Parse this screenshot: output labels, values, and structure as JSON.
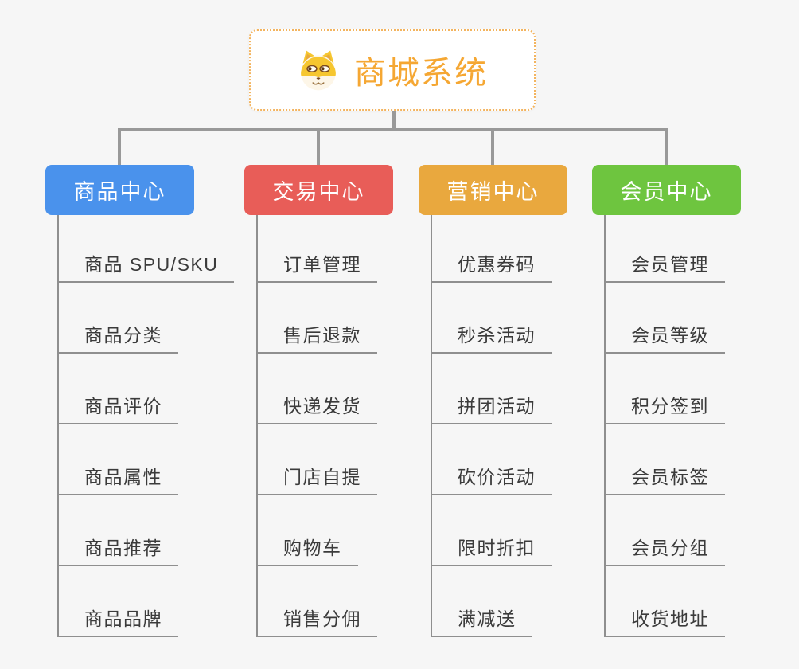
{
  "root": {
    "title": "商城系统",
    "icon": "dog-face-icon",
    "text_color": "#f5a733",
    "border_color": "#f3b45f"
  },
  "connector_color": "#999999",
  "child_line_color": "#8f8f8f",
  "branches": [
    {
      "label": "商品中心",
      "color": "#4a92ec",
      "children": [
        "商品 SPU/SKU",
        "商品分类",
        "商品评价",
        "商品属性",
        "商品推荐",
        "商品品牌"
      ]
    },
    {
      "label": "交易中心",
      "color": "#e85d58",
      "children": [
        "订单管理",
        "售后退款",
        "快递发货",
        "门店自提",
        "购物车",
        "销售分佣"
      ]
    },
    {
      "label": "营销中心",
      "color": "#e9a83e",
      "children": [
        "优惠券码",
        "秒杀活动",
        "拼团活动",
        "砍价活动",
        "限时折扣",
        "满减送"
      ]
    },
    {
      "label": "会员中心",
      "color": "#6ec53f",
      "children": [
        "会员管理",
        "会员等级",
        "积分签到",
        "会员标签",
        "会员分组",
        "收货地址"
      ]
    }
  ]
}
